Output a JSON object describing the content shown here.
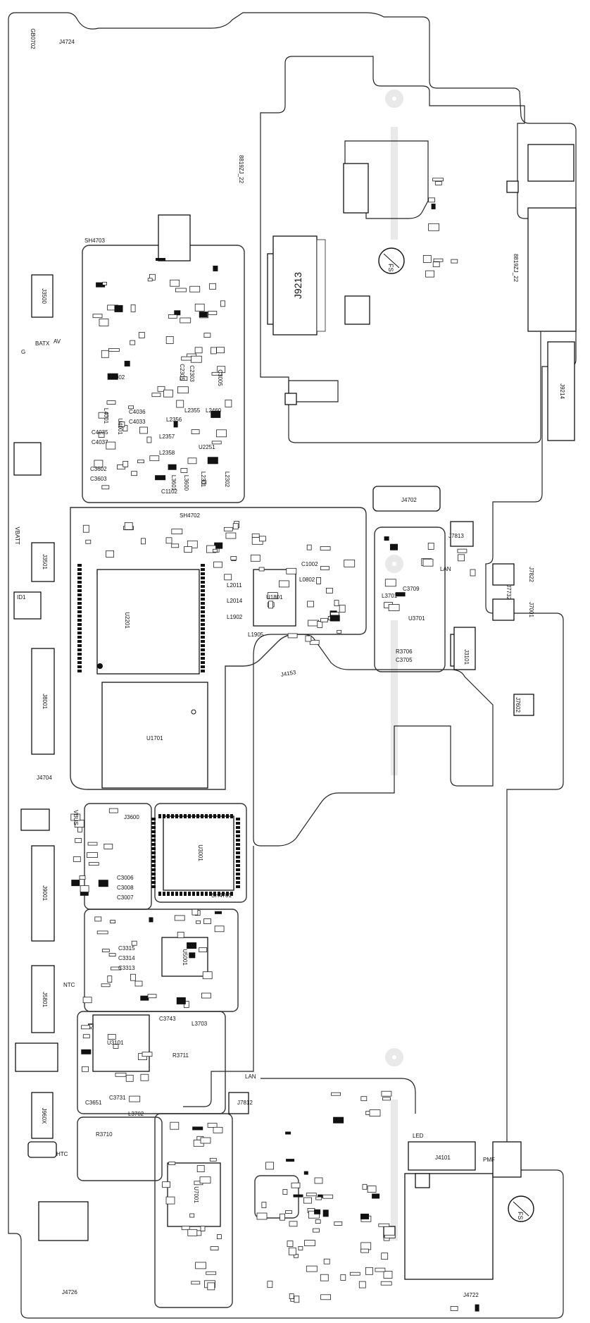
{
  "board": {
    "labels_upright": [
      {
        "id": "j4724",
        "text": "J4724"
      },
      {
        "id": "j4702",
        "text": "J4702"
      },
      {
        "id": "j4726",
        "text": "J4726"
      },
      {
        "id": "j4722",
        "text": "J4722"
      },
      {
        "id": "j4101",
        "text": "J4101"
      },
      {
        "id": "j4704",
        "text": "J4704"
      },
      {
        "id": "sh4703",
        "text": "SH4703"
      },
      {
        "id": "sh4702",
        "text": "SH4702"
      },
      {
        "id": "sh4701",
        "text": "SH4701"
      },
      {
        "id": "l4002",
        "text": "L4002"
      },
      {
        "id": "u2251",
        "text": "U2251"
      },
      {
        "id": "l2355",
        "text": "L2355"
      },
      {
        "id": "l2356",
        "text": "L2356"
      },
      {
        "id": "l2357",
        "text": "L2357"
      },
      {
        "id": "l2358",
        "text": "L2358"
      },
      {
        "id": "l2460",
        "text": "L2460"
      },
      {
        "id": "c4036",
        "text": "C4036"
      },
      {
        "id": "c4033",
        "text": "C4033"
      },
      {
        "id": "c4035",
        "text": "C4035"
      },
      {
        "id": "c4037",
        "text": "C4037"
      },
      {
        "id": "c3602",
        "text": "C3602"
      },
      {
        "id": "c3603",
        "text": "C3603"
      },
      {
        "id": "c1102",
        "text": "C1102"
      },
      {
        "id": "u1801",
        "text": "U1801"
      },
      {
        "id": "l2011",
        "text": "L2011"
      },
      {
        "id": "l2014",
        "text": "L2014"
      },
      {
        "id": "l1902",
        "text": "L1902"
      },
      {
        "id": "l1905",
        "text": "L1905"
      },
      {
        "id": "l0802",
        "text": "L0802"
      },
      {
        "id": "c1002",
        "text": "C1002"
      },
      {
        "id": "u1701",
        "text": "U1701"
      },
      {
        "id": "u3701",
        "text": "U3701"
      },
      {
        "id": "l3701",
        "text": "L3701"
      },
      {
        "id": "c3709",
        "text": "C3709"
      },
      {
        "id": "r3706",
        "text": "R3706"
      },
      {
        "id": "c3705",
        "text": "C3705"
      },
      {
        "id": "j7813",
        "text": "J7813"
      },
      {
        "id": "j7812",
        "text": "J7812"
      },
      {
        "id": "lan1",
        "text": "LAN"
      },
      {
        "id": "lan2",
        "text": "LAN"
      },
      {
        "id": "j3600",
        "text": "J3600"
      },
      {
        "id": "c3006",
        "text": "C3006"
      },
      {
        "id": "c3008",
        "text": "C3008"
      },
      {
        "id": "c3007",
        "text": "C3007"
      },
      {
        "id": "c3315",
        "text": "C3315"
      },
      {
        "id": "c3314",
        "text": "C3314"
      },
      {
        "id": "c3313",
        "text": "C3313"
      },
      {
        "id": "c3743",
        "text": "C3743"
      },
      {
        "id": "l3703",
        "text": "L3703"
      },
      {
        "id": "r3711",
        "text": "R3711"
      },
      {
        "id": "c3651",
        "text": "C3651"
      },
      {
        "id": "c3731",
        "text": "C3731"
      },
      {
        "id": "l3702",
        "text": "L3702"
      },
      {
        "id": "r3710",
        "text": "R3710"
      },
      {
        "id": "u3101",
        "text": "U3101"
      },
      {
        "id": "led",
        "text": "LED"
      },
      {
        "id": "pmf",
        "text": "PMF"
      },
      {
        "id": "id1",
        "text": "ID1"
      },
      {
        "id": "av",
        "text": "AV"
      },
      {
        "id": "batx",
        "text": "BATX"
      },
      {
        "id": "g1",
        "text": "G"
      },
      {
        "id": "htc",
        "text": "HTC"
      },
      {
        "id": "ntc",
        "text": "NTC"
      }
    ],
    "labels_rotated": [
      {
        "id": "j9213",
        "text": "J9213"
      },
      {
        "id": "u2201",
        "text": "U2201"
      },
      {
        "id": "u3001",
        "text": "U3001"
      },
      {
        "id": "u5001",
        "text": "U5001"
      },
      {
        "id": "u7001",
        "text": "U7001"
      },
      {
        "id": "j9214",
        "text": "J9214"
      },
      {
        "id": "j3501",
        "text": "J3501"
      },
      {
        "id": "j8001",
        "text": "J8001"
      },
      {
        "id": "j9001",
        "text": "J9001"
      },
      {
        "id": "j5801",
        "text": "J5801"
      },
      {
        "id": "j960x",
        "text": "J960X"
      },
      {
        "id": "j3101",
        "text": "J3101"
      },
      {
        "id": "j3500",
        "text": "J3500"
      },
      {
        "id": "l4001",
        "text": "L4001"
      },
      {
        "id": "u4001",
        "text": "U4001"
      },
      {
        "id": "l2301",
        "text": "L2301"
      },
      {
        "id": "l2302",
        "text": "L2302"
      },
      {
        "id": "c2303",
        "text": "C2303"
      },
      {
        "id": "c2305",
        "text": "C2305"
      },
      {
        "id": "c3005",
        "text": "C3005"
      },
      {
        "id": "l3601",
        "text": "L3601"
      },
      {
        "id": "l3600",
        "text": "L3600"
      },
      {
        "id": "vbatt",
        "text": "VBATT"
      },
      {
        "id": "vbus",
        "text": "VBUS"
      },
      {
        "id": "ref1",
        "text": "8819ZJ_22"
      },
      {
        "id": "ref2",
        "text": "8819ZJ_22"
      },
      {
        "id": "gb0702",
        "text": "GB0702"
      },
      {
        "id": "j7822",
        "text": "J7822"
      },
      {
        "id": "j7001",
        "text": "J7001"
      },
      {
        "id": "j7602",
        "text": "J7602"
      },
      {
        "id": "j7732",
        "text": "J7732"
      },
      {
        "id": "j4153",
        "text": "J4153"
      }
    ],
    "fs_marks": [
      {
        "id": "fs1",
        "text": "FS"
      },
      {
        "id": "fs2",
        "text": "FS"
      }
    ]
  }
}
